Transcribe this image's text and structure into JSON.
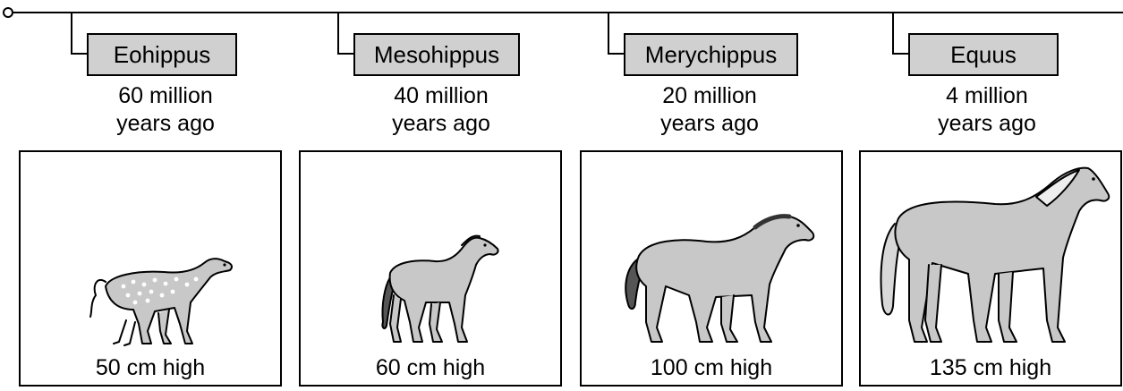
{
  "stages": [
    {
      "name": "Eohippus",
      "age_line1": "60 million",
      "age_line2": "years ago",
      "height_value": "50",
      "height_unit": "cm high",
      "illustration": "eohippus-horse-icon"
    },
    {
      "name": "Mesohippus",
      "age_line1": "40 million",
      "age_line2": "years ago",
      "height_value": "60",
      "height_unit": "cm high",
      "illustration": "mesohippus-horse-icon"
    },
    {
      "name": "Merychippus",
      "age_line1": "20 million",
      "age_line2": "years ago",
      "height_value": "100",
      "height_unit": "cm high",
      "illustration": "merychippus-horse-icon"
    },
    {
      "name": "Equus",
      "age_line1": "4 million",
      "age_line2": "years ago",
      "height_value": "135",
      "height_unit": "cm high",
      "illustration": "equus-horse-icon"
    }
  ],
  "colors": {
    "label_fill": "#d0d0d0",
    "animal_fill": "#c8c8c8",
    "outline": "#000000"
  }
}
